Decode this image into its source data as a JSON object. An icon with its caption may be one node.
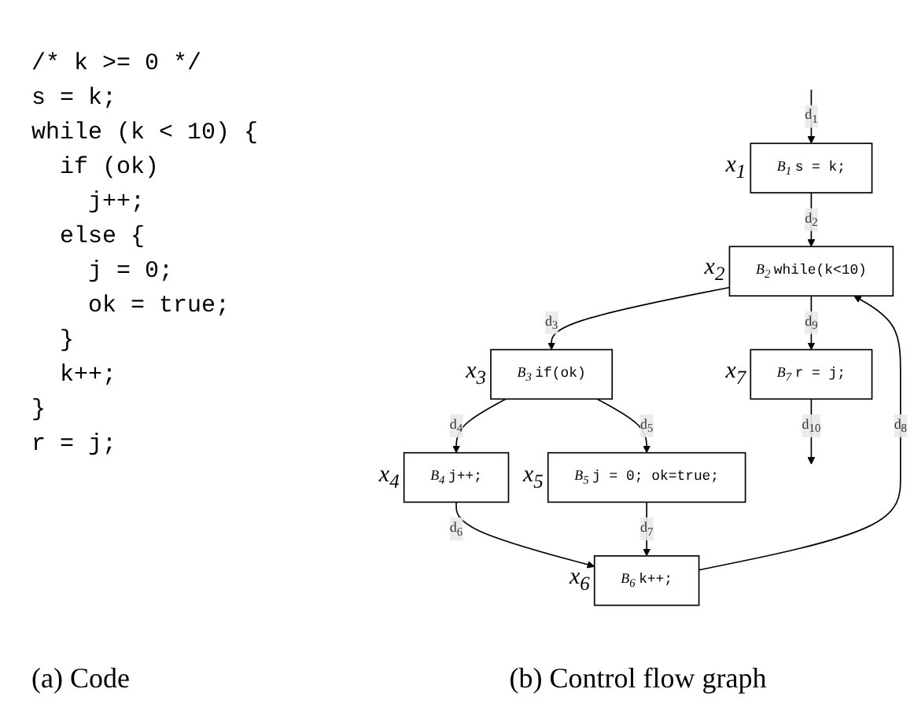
{
  "diagram": {
    "nodes": [
      {
        "text": [
          "B$_{1}$",
          "s = k;"
        ],
        "beside": [
          "x$_{1}$"
        ]
      },
      {
        "text": [
          "B$_{2}$",
          "while(k<10)"
        ],
        "beside": [
          "x$_{2}$"
        ]
      },
      {
        "text": [
          "B$_{3}$",
          "if(ok)"
        ],
        "beside": [
          "x$_{3}$"
        ]
      },
      {
        "text": [
          "B$_{4}$",
          "j++;"
        ],
        "beside": [
          "x$_{4}$"
        ]
      },
      {
        "text": [
          "B$_{5}$",
          "j = 0; ok=true;"
        ],
        "beside": [
          "x$_{5}$"
        ]
      },
      {
        "text": [
          "B$_{6}$",
          "k++;"
        ],
        "beside": [
          "x$_{6}$"
        ]
      },
      {
        "text": [
          "B$_{7}$",
          "r = j;"
        ],
        "beside": [
          "x$_{7}$"
        ]
      }
    ],
    "edges": [
      {
        "from": null,
        "to": 0,
        "arrow": "to",
        "label": "d$_{1}$"
      },
      {
        "from": 0,
        "to": 1,
        "arrow": "to",
        "label": "d$_{2}$"
      },
      {
        "from": 1,
        "to": 2,
        "arrow": "to",
        "label": "d$_{3}$"
      },
      {
        "from": 2,
        "to": 3,
        "arrow": "to",
        "label": "d$_{4}$"
      },
      {
        "from": 2,
        "to": 4,
        "arrow": "to",
        "label": "d$_{5}$"
      },
      {
        "from": 3,
        "to": 5,
        "arrow": "to",
        "label": "d$_{6}$"
      },
      {
        "from": 4,
        "to": 5,
        "arrow": "to",
        "label": "d$_{7}$"
      },
      {
        "from": 5,
        "to": 1,
        "arrow": "to",
        "label": "d$_{8}$"
      },
      {
        "from": 1,
        "to": 6,
        "arrow": "to",
        "label": "d$_{9}$"
      },
      {
        "from": 6,
        "to": null,
        "arrow": "to",
        "label": "d$_{10}$"
      }
    ],
    "labels": [
      "/* k >= 0 */",
      "s = k;",
      "while (k < 10) {",
      "  if (ok)",
      "    j++;",
      "  else {",
      "    j = 0;",
      "    ok = true;",
      "  }",
      "  k++;",
      "}",
      "r = j;",
      "(a) Code",
      "(b) Control flow graph"
    ]
  }
}
